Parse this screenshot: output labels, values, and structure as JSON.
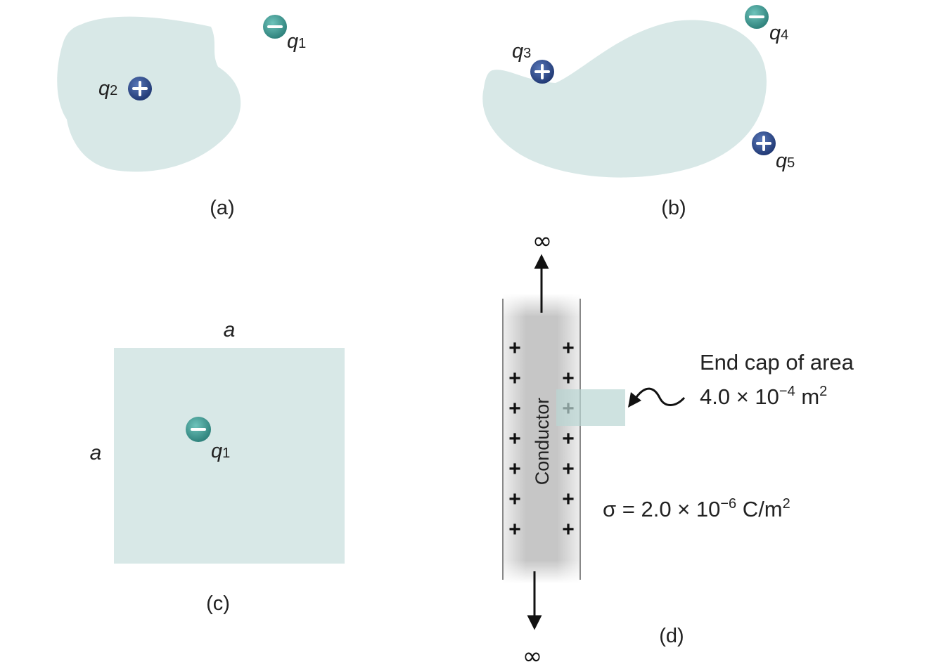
{
  "panels": {
    "a": {
      "caption": "(a)"
    },
    "b": {
      "caption": "(b)"
    },
    "c": {
      "caption": "(c)",
      "side_label_top": "a",
      "side_label_left": "a"
    },
    "d": {
      "caption": "(d)",
      "conductor_label": "Conductor",
      "infinity_top": "∞",
      "infinity_bottom": "∞",
      "end_cap_line1": "End cap of area",
      "end_cap_mantissa": "4.0 × 10",
      "end_cap_exponent": "−4",
      "end_cap_unit": " m",
      "end_cap_unit_exp": "2",
      "sigma_mantissa": "σ = 2.0 × 10",
      "sigma_exponent": "−6",
      "sigma_unit": " C/m",
      "sigma_unit_exp": "2",
      "plus_sign": "+"
    }
  },
  "charges": {
    "q1_a": {
      "letter": "q",
      "index": "1",
      "sign": "negative"
    },
    "q2": {
      "letter": "q",
      "index": "2",
      "sign": "positive"
    },
    "q3": {
      "letter": "q",
      "index": "3",
      "sign": "positive"
    },
    "q4": {
      "letter": "q",
      "index": "4",
      "sign": "negative"
    },
    "q5": {
      "letter": "q",
      "index": "5",
      "sign": "positive"
    },
    "q1_c": {
      "letter": "q",
      "index": "1",
      "sign": "negative"
    }
  },
  "colors": {
    "surface_fill": "#d8e8e7",
    "positive_charge": "#2b4a87",
    "negative_charge": "#3c9a93",
    "conductor_gray": "#c8c8c8"
  }
}
